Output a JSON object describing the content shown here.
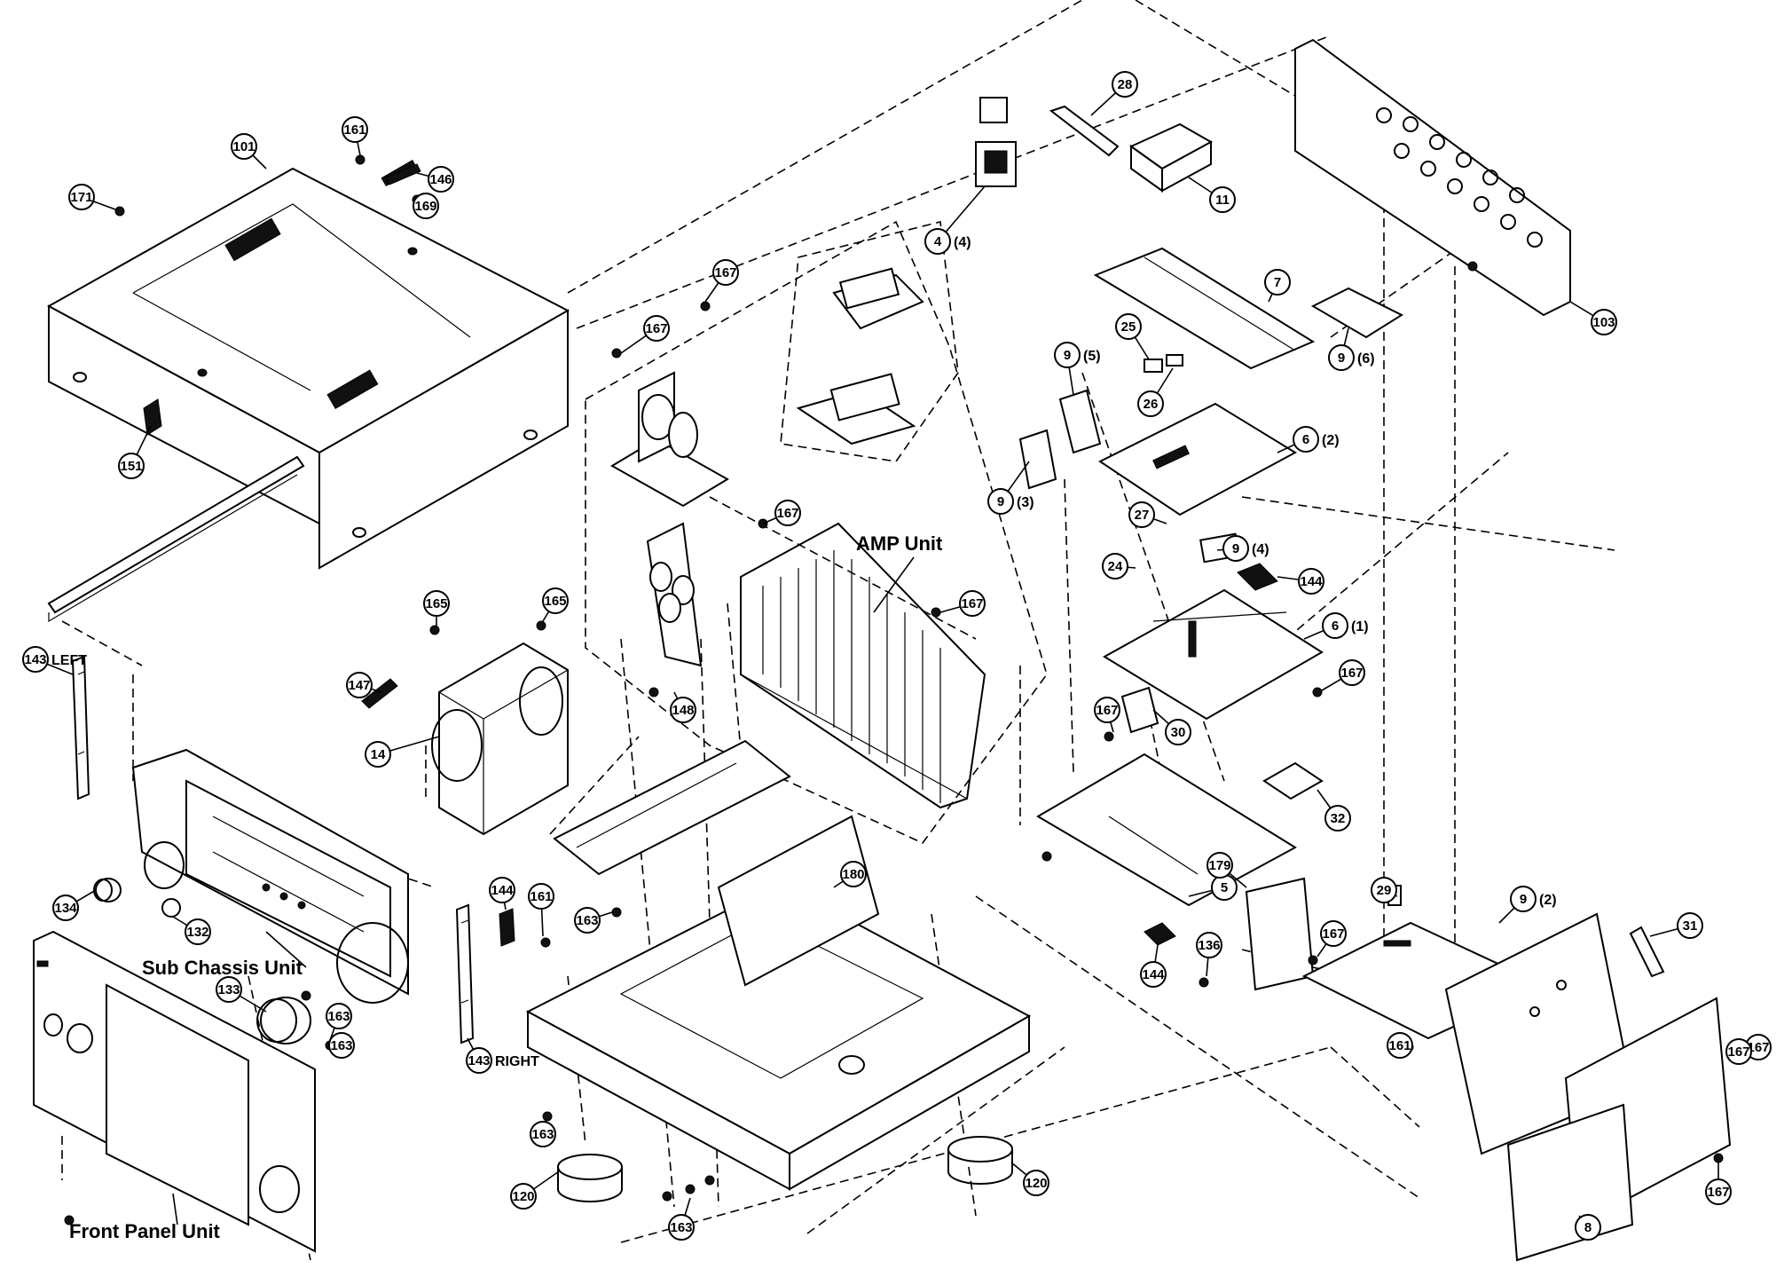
{
  "callouts": [
    {
      "num": "101",
      "suffix": ""
    },
    {
      "num": "161",
      "suffix": ""
    },
    {
      "num": "146",
      "suffix": ""
    },
    {
      "num": "171",
      "suffix": ""
    },
    {
      "num": "169",
      "suffix": ""
    },
    {
      "num": "151",
      "suffix": ""
    },
    {
      "num": "28",
      "suffix": ""
    },
    {
      "num": "11",
      "suffix": ""
    },
    {
      "num": "4",
      "suffix": "(4)"
    },
    {
      "num": "167",
      "suffix": ""
    },
    {
      "num": "167",
      "suffix": ""
    },
    {
      "num": "7",
      "suffix": ""
    },
    {
      "num": "103",
      "suffix": ""
    },
    {
      "num": "9",
      "suffix": "(6)"
    },
    {
      "num": "25",
      "suffix": ""
    },
    {
      "num": "26",
      "suffix": ""
    },
    {
      "num": "9",
      "suffix": "(5)"
    },
    {
      "num": "6",
      "suffix": "(2)"
    },
    {
      "num": "9",
      "suffix": "(3)"
    },
    {
      "num": "27",
      "suffix": ""
    },
    {
      "num": "24",
      "suffix": ""
    },
    {
      "num": "9",
      "suffix": "(4)"
    },
    {
      "num": "144",
      "suffix": ""
    },
    {
      "num": "6",
      "suffix": "(1)"
    },
    {
      "num": "167",
      "suffix": ""
    },
    {
      "num": "167",
      "suffix": ""
    },
    {
      "num": "165",
      "suffix": ""
    },
    {
      "num": "165",
      "suffix": ""
    },
    {
      "num": "147",
      "suffix": ""
    },
    {
      "num": "148",
      "suffix": ""
    },
    {
      "num": "14",
      "suffix": ""
    },
    {
      "num": "167",
      "suffix": ""
    },
    {
      "num": "30",
      "suffix": ""
    },
    {
      "num": "32",
      "suffix": ""
    },
    {
      "num": "167",
      "suffix": ""
    },
    {
      "num": "5",
      "suffix": ""
    },
    {
      "num": "179",
      "suffix": ""
    },
    {
      "num": "180",
      "suffix": ""
    },
    {
      "num": "134",
      "suffix": ""
    },
    {
      "num": "132",
      "suffix": ""
    },
    {
      "num": "144",
      "suffix": ""
    },
    {
      "num": "161",
      "suffix": ""
    },
    {
      "num": "163",
      "suffix": ""
    },
    {
      "num": "29",
      "suffix": ""
    },
    {
      "num": "9",
      "suffix": "(2)"
    },
    {
      "num": "136",
      "suffix": ""
    },
    {
      "num": "167",
      "suffix": ""
    },
    {
      "num": "144",
      "suffix": ""
    },
    {
      "num": "31",
      "suffix": ""
    },
    {
      "num": "133",
      "suffix": ""
    },
    {
      "num": "163",
      "suffix": ""
    },
    {
      "num": "163",
      "suffix": ""
    },
    {
      "num": "161",
      "suffix": ""
    },
    {
      "num": "167",
      "suffix": ""
    },
    {
      "num": "163",
      "suffix": ""
    },
    {
      "num": "120",
      "suffix": ""
    },
    {
      "num": "120",
      "suffix": ""
    },
    {
      "num": "163",
      "suffix": ""
    },
    {
      "num": "167",
      "suffix": ""
    },
    {
      "num": "8",
      "suffix": ""
    },
    {
      "num": "167",
      "suffix": ""
    },
    {
      "num": "143",
      "suffix": "LEFT"
    },
    {
      "num": "143",
      "suffix": "RIGHT"
    }
  ],
  "unit_labels": {
    "amp_unit": "AMP Unit",
    "sub_chassis_unit": "Sub Chassis Unit",
    "front_panel_unit": "Front Panel Unit"
  }
}
